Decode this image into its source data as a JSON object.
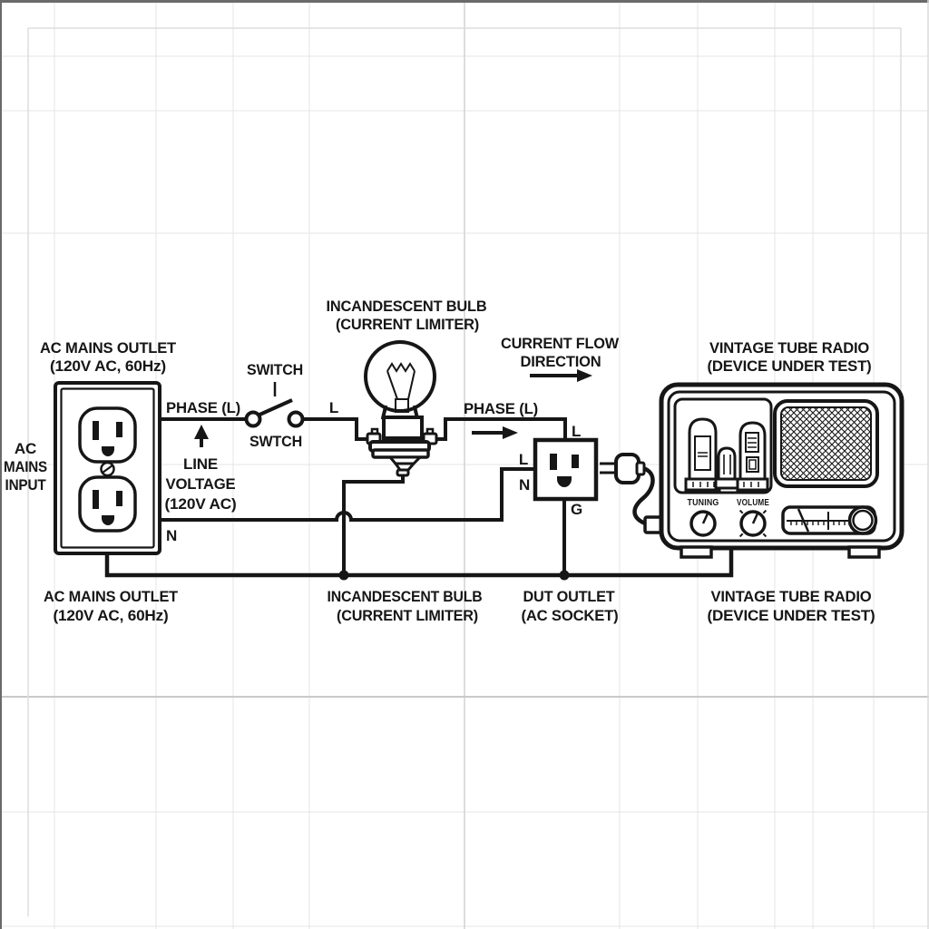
{
  "page": {
    "background": "#ffffff",
    "grid_color": "#e4e4e4",
    "grid_dark": "#c9c9c9",
    "edge_color": "#6a6a6a",
    "line_color": "#161616"
  },
  "mains": {
    "title1": "AC MAINS OUTLET",
    "title2": "(120V AC, 60Hz)",
    "input1": "AC",
    "input2": "MAINS",
    "input3": "INPUT",
    "phase": "PHASE (L)",
    "line_v1": "LINE",
    "line_v2": "VOLTAGE",
    "line_v3": "(120V AC)",
    "neutral": "N"
  },
  "switch": {
    "top": "SWITCH",
    "bottom": "SWTCH",
    "line": "L"
  },
  "bulb": {
    "title1": "INCANDESCENT BULB",
    "title2": "(CURRENT LIMITER)",
    "phase": "PHASE (L)"
  },
  "flow": {
    "l1": "CURRENT FLOW",
    "l2": "DIRECTION"
  },
  "dut": {
    "l_top": "L",
    "l_left": "L",
    "n": "N",
    "g": "G"
  },
  "radio": {
    "title1": "VINTAGE TUBE RADIO",
    "title2": "(DEVICE UNDER TEST)",
    "tuning": "TUNING",
    "volume": "VOLUME"
  },
  "captions": {
    "mains1": "AC MAINS OUTLET",
    "mains2": "(120V AC, 60Hz)",
    "bulb1": "INCANDESCENT BULB",
    "bulb2": "(CURRENT LIMITER)",
    "dut1": "DUT OUTLET",
    "dut2": "(AC SOCKET)",
    "radio1": "VINTAGE TUBE RADIO",
    "radio2": "(DEVICE UNDER TEST)"
  }
}
